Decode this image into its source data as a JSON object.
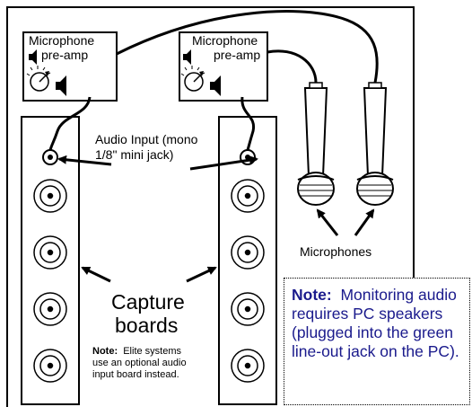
{
  "preamp_left": {
    "label_line1": "Microphone",
    "label_line2": "pre-amp"
  },
  "preamp_right": {
    "label_line1": "Microphone",
    "label_line2": "pre-amp"
  },
  "audio_input": {
    "line1": "Audio Input (mono",
    "line2": "1/8\" mini jack)"
  },
  "microphones_label": "Microphones",
  "capture": {
    "line1": "Capture",
    "line2": "boards"
  },
  "elite_note": {
    "prefix": "Note:",
    "line1": "  Elite systems",
    "line2": "use an optional audio",
    "line3": "input board instead."
  },
  "pc_note": {
    "prefix": "Note:",
    "text": "  Monitoring audio requires PC speakers (plugged into the green line-out jack on the PC)."
  },
  "colors": {
    "note_text": "#1a1a8c",
    "line": "#000000",
    "background": "#ffffff"
  }
}
